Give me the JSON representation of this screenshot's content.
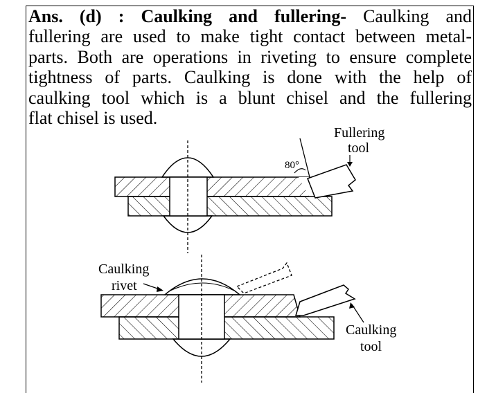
{
  "answer": {
    "prefix": "Ans. (d) : ",
    "title": "Caulking and fullering-",
    "lines": [
      " Caulking and",
      "fullering are used to make tight contact between metal-",
      "parts. Both are operations in riveting to ensure complete",
      "tightness of parts. Caulking is done with the help of",
      "caulking tool which is a blunt chisel and the fullering",
      "flat chisel is used."
    ]
  },
  "figure": {
    "fullering_tool_label": [
      "Fullering",
      "tool"
    ],
    "angle_label": "80°",
    "caulking_rivet_label": [
      "Caulking",
      "rivet"
    ],
    "caulking_tool_label": [
      "Caulking",
      "tool"
    ]
  }
}
